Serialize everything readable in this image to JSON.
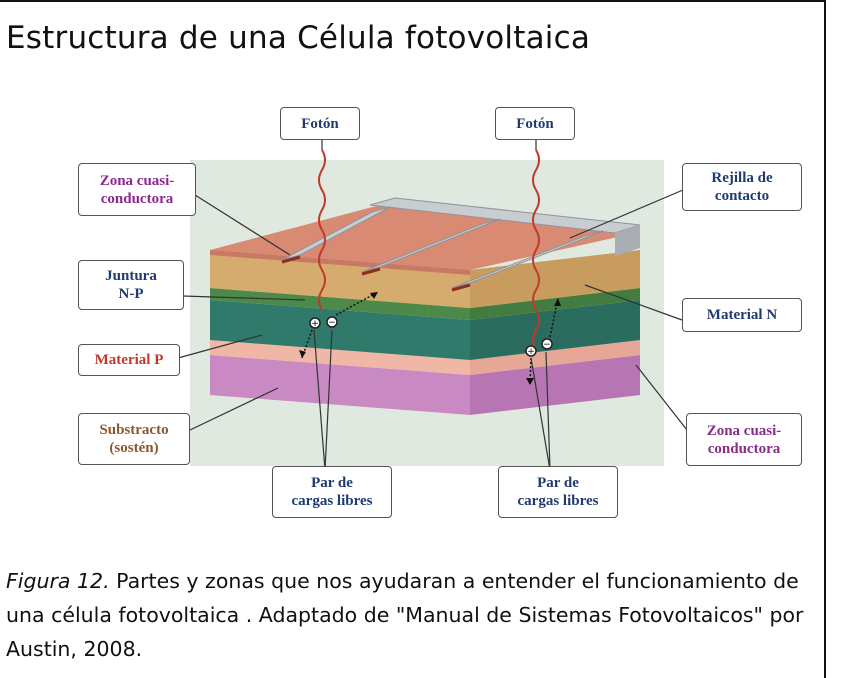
{
  "title": "Estructura de una Célula fotovoltaica",
  "diagram": {
    "labels": {
      "foton_left": "Fotón",
      "foton_right": "Fotón",
      "zona_cuasi_top": "Zona cuasi-\nconductora",
      "rejilla": "Rejilla de\ncontacto",
      "juntura": "Juntura\nN-P",
      "material_n": "Material N",
      "material_p": "Material P",
      "substracto": "Substracto\n(sostén)",
      "zona_cuasi_bottom": "Zona cuasi-\nconductora",
      "par_left": "Par de\ncargas libres",
      "par_right": "Par de\ncargas libres"
    },
    "colors": {
      "panel_bg": "#dfe9df",
      "top_surface": "#d88a72",
      "n_layer": "#d6ac6e",
      "junction": "#4d8a4a",
      "p_layer": "#2f7a6a",
      "thin_pink": "#f0b7a6",
      "substrate": "#c98ac4",
      "grid": "#c9cdd2",
      "label_zona": "#8a2c8c",
      "label_material_p": "#c0392b",
      "label_substracto": "#8a5a2c",
      "label_default": "#1f3b6f"
    }
  },
  "caption": {
    "figure_label": "Figura 12.",
    "text": " Partes y zonas que nos ayudaran a entender el funcionamiento de una célula fotovoltaica . Adaptado de \"Manual de Sistemas Fotovoltaicos\" por Austin, 2008."
  }
}
